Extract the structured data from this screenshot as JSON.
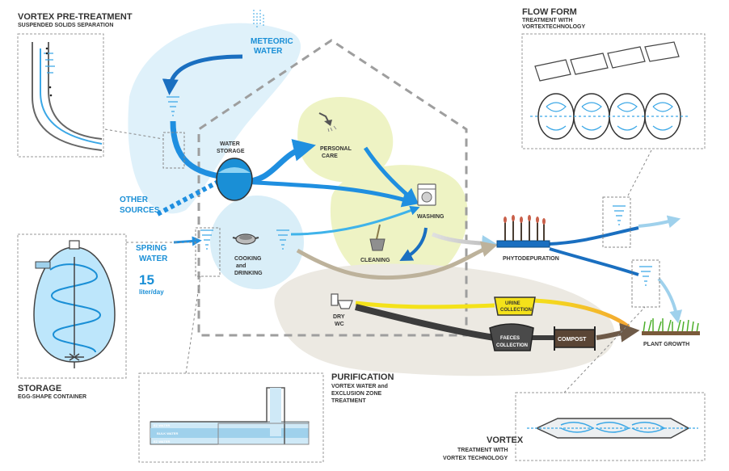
{
  "colors": {
    "water_light": "#d9eef8",
    "water_mid": "#3fb3ea",
    "water_dark": "#1a6fc0",
    "green_zone": "#eef3c4",
    "grey_zone": "#ece9e2",
    "yellow": "#f4e21a",
    "orange": "#f3a633",
    "dark": "#3c3c3c",
    "brown": "#6e5a48",
    "tan": "#bdb29b",
    "grass": "#4caf2a"
  },
  "panels": {
    "vortex_pretreatment": {
      "title": "VORTEX PRE-TREATMENT",
      "subtitle": "SUSPENDED SOLIDS SEPARATION"
    },
    "flow_form": {
      "title": "FLOW FORM",
      "subtitle1": "TREATMENT WITH",
      "subtitle2": "VORTEXTECHNOLOGY"
    },
    "storage": {
      "title": "STORAGE",
      "subtitle": "EGG-SHAPE CONTAINER"
    },
    "purification": {
      "title": "PURIFICATION",
      "line1": "VORTEX WATER and",
      "line2": "EXCLUSION ZONE",
      "line3": "TREATMENT",
      "ez_water_top": "EZ WATER",
      "bulk_water": "BULK WATER",
      "ez_water_bottom": "EZ WATER"
    },
    "vortex": {
      "title": "VORTEX",
      "subtitle1": "TREATMENT WITH",
      "subtitle2": "VORTEX TECHNOLOGY"
    }
  },
  "sources": {
    "meteoric_line1": "METEORIC",
    "meteoric_line2": "WATER",
    "other_line1": "OTHER",
    "other_line2": "SOURCES",
    "spring_line1": "SPRING",
    "spring_line2": "WATER",
    "spring_amount": "15",
    "spring_unit": "liter/day"
  },
  "nodes": {
    "water_storage_line1": "WATER",
    "water_storage_line2": "STORAGE",
    "personal_care_line1": "PERSONAL",
    "personal_care_line2": "CARE",
    "washing": "WASHING",
    "cleaning": "CLEANING",
    "cooking_line1": "COOKING",
    "cooking_line2": "and",
    "cooking_line3": "DRINKING",
    "phytodepuration": "PHYTODEPURATION",
    "dry_wc_line1": "DRY",
    "dry_wc_line2": "WC",
    "urine_line1": "URINE",
    "urine_line2": "COLLECTION",
    "faeces_line1": "FAECES",
    "faeces_line2": "COLLECTION",
    "compost": "COMPOST",
    "plant_growth": "PLANT GROWTH"
  }
}
